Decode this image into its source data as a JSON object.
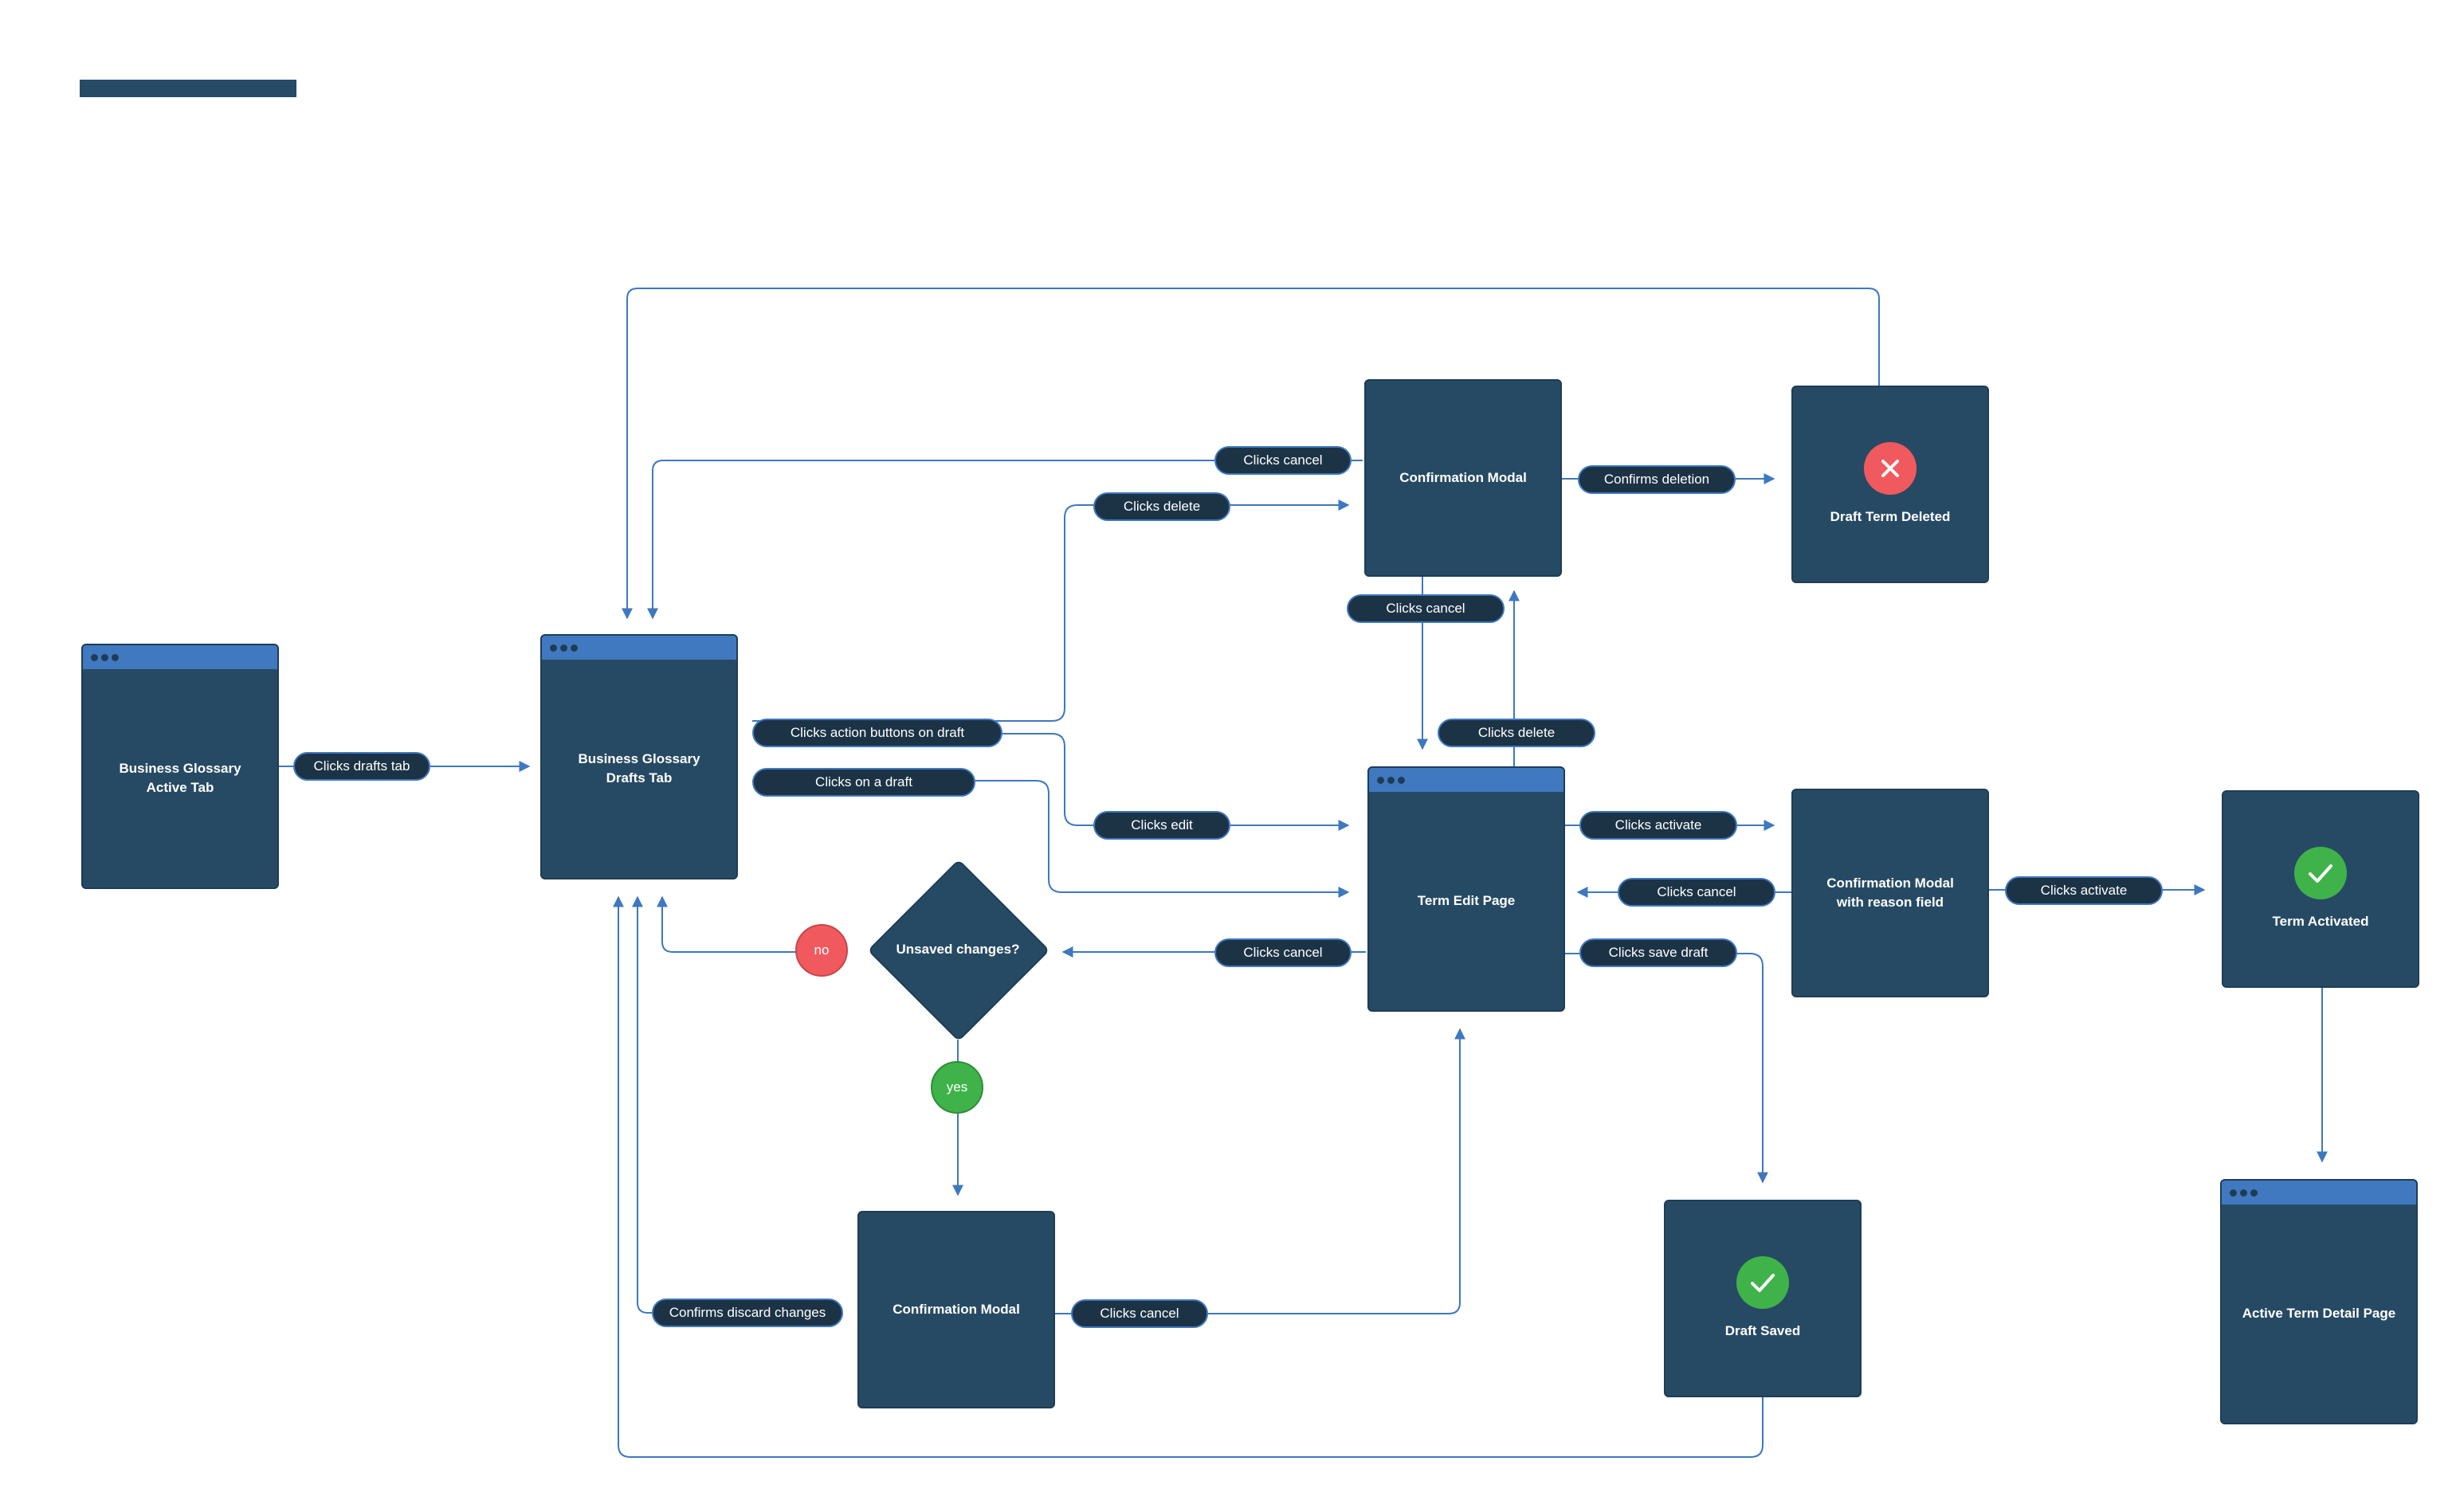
{
  "nodes": {
    "bg_active_tab": {
      "label": "Business Glossary\nActive Tab"
    },
    "bg_drafts_tab": {
      "label": "Business Glossary\nDrafts Tab"
    },
    "confirmation_modal_top": {
      "label": "Confirmation Modal"
    },
    "draft_term_deleted": {
      "label": "Draft Term Deleted",
      "icon": "x-icon"
    },
    "term_edit_page": {
      "label": "Term Edit Page"
    },
    "confirmation_modal_reason": {
      "label": "Confirmation Modal\nwith reason field"
    },
    "term_activated": {
      "label": "Term Activated",
      "icon": "check-icon"
    },
    "unsaved_changes": {
      "label": "Unsaved changes?"
    },
    "confirmation_modal_bottom": {
      "label": "Confirmation Modal"
    },
    "draft_saved": {
      "label": "Draft Saved",
      "icon": "check-icon"
    },
    "active_term_detail_page": {
      "label": "Active Term Detail Page"
    }
  },
  "edges": {
    "clicks_drafts_tab": "Clicks drafts tab",
    "clicks_cancel_top": "Clicks cancel",
    "clicks_delete_left": "Clicks delete",
    "confirms_deletion": "Confirms deletion",
    "clicks_cancel_mid": "Clicks cancel",
    "clicks_delete_mid": "Clicks delete",
    "clicks_action_buttons": "Clicks action buttons on draft",
    "clicks_on_a_draft": "Clicks on a draft",
    "clicks_edit": "Clicks edit",
    "clicks_activate_1": "Clicks activate",
    "clicks_cancel_reason": "Clicks cancel",
    "clicks_activate_2": "Clicks activate",
    "clicks_cancel_edit": "Clicks cancel",
    "clicks_save_draft": "Clicks save draft",
    "confirms_discard": "Confirms discard changes",
    "clicks_cancel_bottom": "Clicks cancel"
  },
  "decisions": {
    "no": "no",
    "yes": "yes"
  },
  "colors": {
    "node_fill": "#274a64",
    "header_blue": "#4079c0",
    "connector": "#3e78bf",
    "pill_fill": "#1c3346",
    "error_red": "#f05a5e",
    "success_green": "#3fb34a"
  }
}
